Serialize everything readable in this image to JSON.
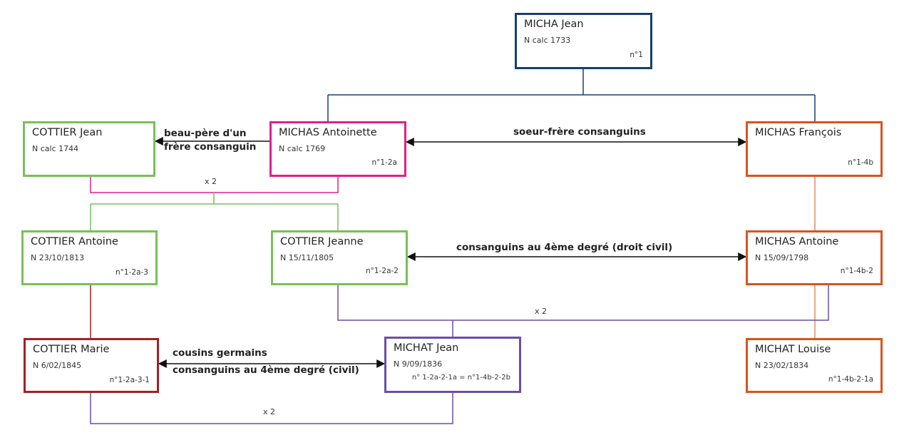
{
  "colors": {
    "navy": "#153e78",
    "magenta": "#e0218a",
    "green": "#7abf5a",
    "orange": "#d9541e",
    "darkred": "#a31f24",
    "purple": "#6a4ea8",
    "arrow": "#111111"
  },
  "people": {
    "micha_jean": {
      "name": "MICHA Jean",
      "date": "N calc 1733",
      "num": "n°1"
    },
    "cottier_jean": {
      "name": "COTTIER Jean",
      "date": "N calc 1744",
      "num": ""
    },
    "michas_antoinette": {
      "name": "MICHAS Antoinette",
      "date": "N calc 1769",
      "num": "n°1-2a"
    },
    "michas_francois": {
      "name": "MICHAS François",
      "date": "",
      "num": "n°1-4b"
    },
    "cottier_antoine": {
      "name": "COTTIER Antoine",
      "date": "N 23/10/1813",
      "num": "n°1-2a-3"
    },
    "cottier_jeanne": {
      "name": "COTTIER Jeanne",
      "date": "N 15/11/1805",
      "num": "n°1-2a-2"
    },
    "michas_antoine": {
      "name": "MICHAS Antoine",
      "date": "N 15/09/1798",
      "num": "n°1-4b-2"
    },
    "cottier_marie": {
      "name": "COTTIER Marie",
      "date": "N 6/02/1845",
      "num": "n°1-2a-3-1"
    },
    "michat_jean": {
      "name": "MICHAT Jean",
      "date": "N 9/09/1836",
      "num": "n° 1-2a-2-1a = n°1-4b-2-2b"
    },
    "michat_louise": {
      "name": "MICHAT Louise",
      "date": "N 23/02/1834",
      "num": "n°1-4b-2-1a"
    }
  },
  "relations": {
    "beau_pere_line1": "beau-père d'un",
    "beau_pere_line2": "frère consanguin",
    "soeur_frere": "soeur-frère consanguins",
    "consanguins_4": "consanguins au 4ème degré (droit civil)",
    "cousins_line1": "cousins germains",
    "cousins_line2": "consanguins au 4ème degré (civil)"
  },
  "marriages": {
    "m1": "x 2",
    "m2": "x 2",
    "m3": "x 2"
  }
}
